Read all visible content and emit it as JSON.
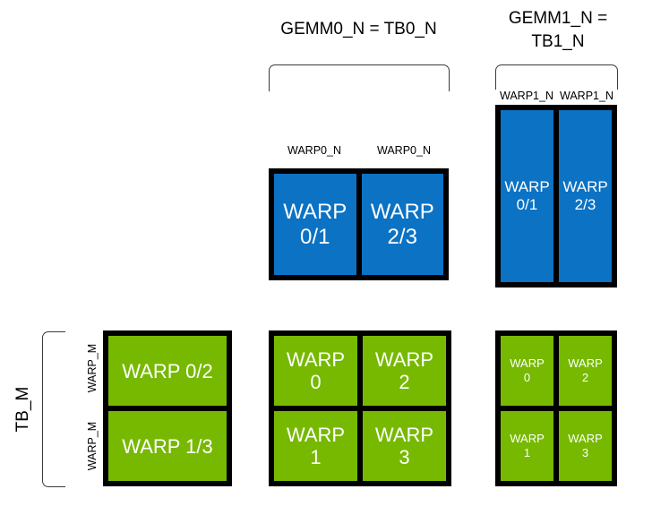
{
  "diagram": {
    "title_gemm0": "GEMM0_N = TB0_N",
    "title_gemm1": "GEMM1_N =\nTB1_N",
    "tb_m_label": "TB_M",
    "brackets": {
      "gemm0_span": "gemm0-span-bracket",
      "gemm1_span": "gemm1-span-bracket",
      "tb_m_span": "tb-m-span-bracket"
    },
    "gemm0": {
      "column_labels": [
        "WARP0_N",
        "WARP0_N"
      ],
      "blue_cells": [
        {
          "label": "WARP\n0/1",
          "color": "#0b72c4"
        },
        {
          "label": "WARP\n2/3",
          "color": "#0b72c4"
        }
      ]
    },
    "gemm1": {
      "column_labels": [
        "WARP1_N",
        "WARP1_N"
      ],
      "blue_cells": [
        {
          "label": "WARP\n0/1",
          "color": "#0b72c4"
        },
        {
          "label": "WARP\n2/3",
          "color": "#0b72c4"
        }
      ]
    },
    "left_green": {
      "row_labels": [
        "WARP_M",
        "WARP_M"
      ],
      "cells": [
        {
          "label": "WARP 0/2",
          "color": "#76b900"
        },
        {
          "label": "WARP 1/3",
          "color": "#76b900"
        }
      ]
    },
    "mid_green": {
      "cells": [
        {
          "label": "WARP\n0",
          "color": "#76b900"
        },
        {
          "label": "WARP\n2",
          "color": "#76b900"
        },
        {
          "label": "WARP\n1",
          "color": "#76b900"
        },
        {
          "label": "WARP\n3",
          "color": "#76b900"
        }
      ]
    },
    "right_green": {
      "cells": [
        {
          "label": "WARP\n0",
          "color": "#76b900"
        },
        {
          "label": "WARP\n2",
          "color": "#76b900"
        },
        {
          "label": "WARP\n1",
          "color": "#76b900"
        },
        {
          "label": "WARP\n3",
          "color": "#76b900"
        }
      ]
    },
    "colors": {
      "blue": "#0b72c4",
      "green": "#76b900",
      "outline": "#000000",
      "bracket": "#3b3b3b",
      "background": "#ffffff",
      "text_on_block": "#ffffff"
    }
  }
}
